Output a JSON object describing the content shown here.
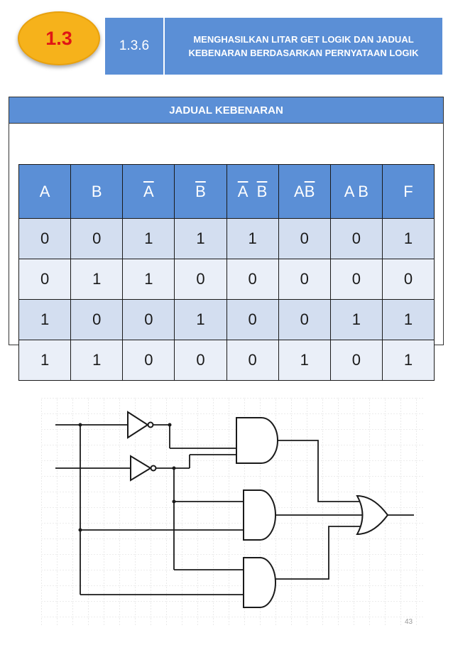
{
  "badge": {
    "label": "1.3"
  },
  "header": {
    "section": "1.3.6",
    "title": "MENGHASILKAN LITAR GET LOGIK DAN JADUAL KEBENARAN BERDASARKAN PERNYATAAN LOGIK"
  },
  "panel": {
    "title": "JADUAL KEBENARAN"
  },
  "table": {
    "headers": [
      "A",
      "B",
      "A",
      "B",
      "A  B",
      "AB",
      "A B",
      "F"
    ],
    "rows": [
      [
        "0",
        "0",
        "1",
        "1",
        "1",
        "0",
        "0",
        "1"
      ],
      [
        "0",
        "1",
        "1",
        "0",
        "0",
        "0",
        "0",
        "0"
      ],
      [
        "1",
        "0",
        "0",
        "1",
        "0",
        "0",
        "1",
        "1"
      ],
      [
        "1",
        "1",
        "0",
        "0",
        "0",
        "1",
        "0",
        "1"
      ]
    ]
  },
  "page_number": "43"
}
